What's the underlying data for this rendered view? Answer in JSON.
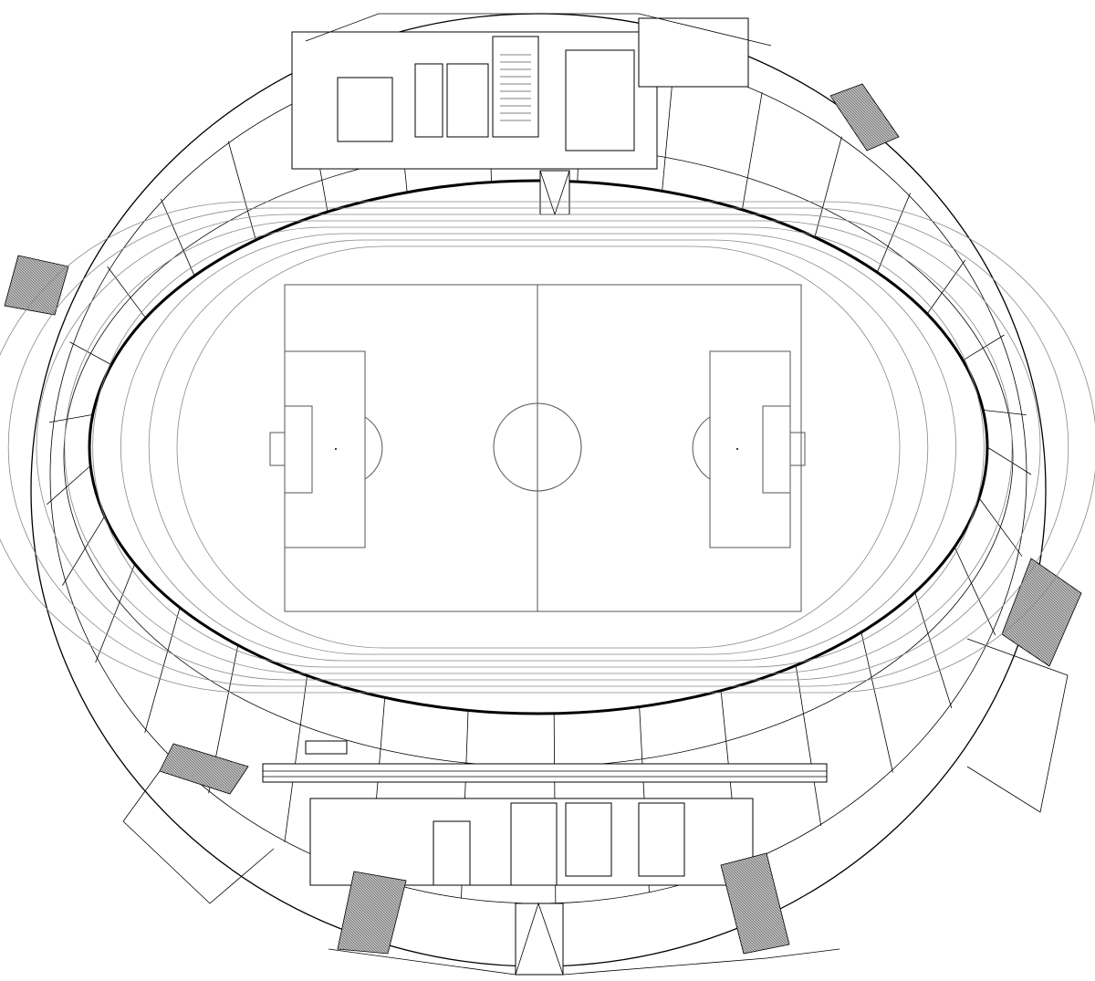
{
  "plan": {
    "colors": {
      "line": "#000000",
      "field_line": "#555555",
      "track_lane": "#888888",
      "stair_hatch": "#8c8c8c",
      "background": "#ffffff"
    },
    "elements": [
      "football-pitch",
      "running-track",
      "stands-bowl",
      "concourse-rooms",
      "stairs"
    ]
  }
}
